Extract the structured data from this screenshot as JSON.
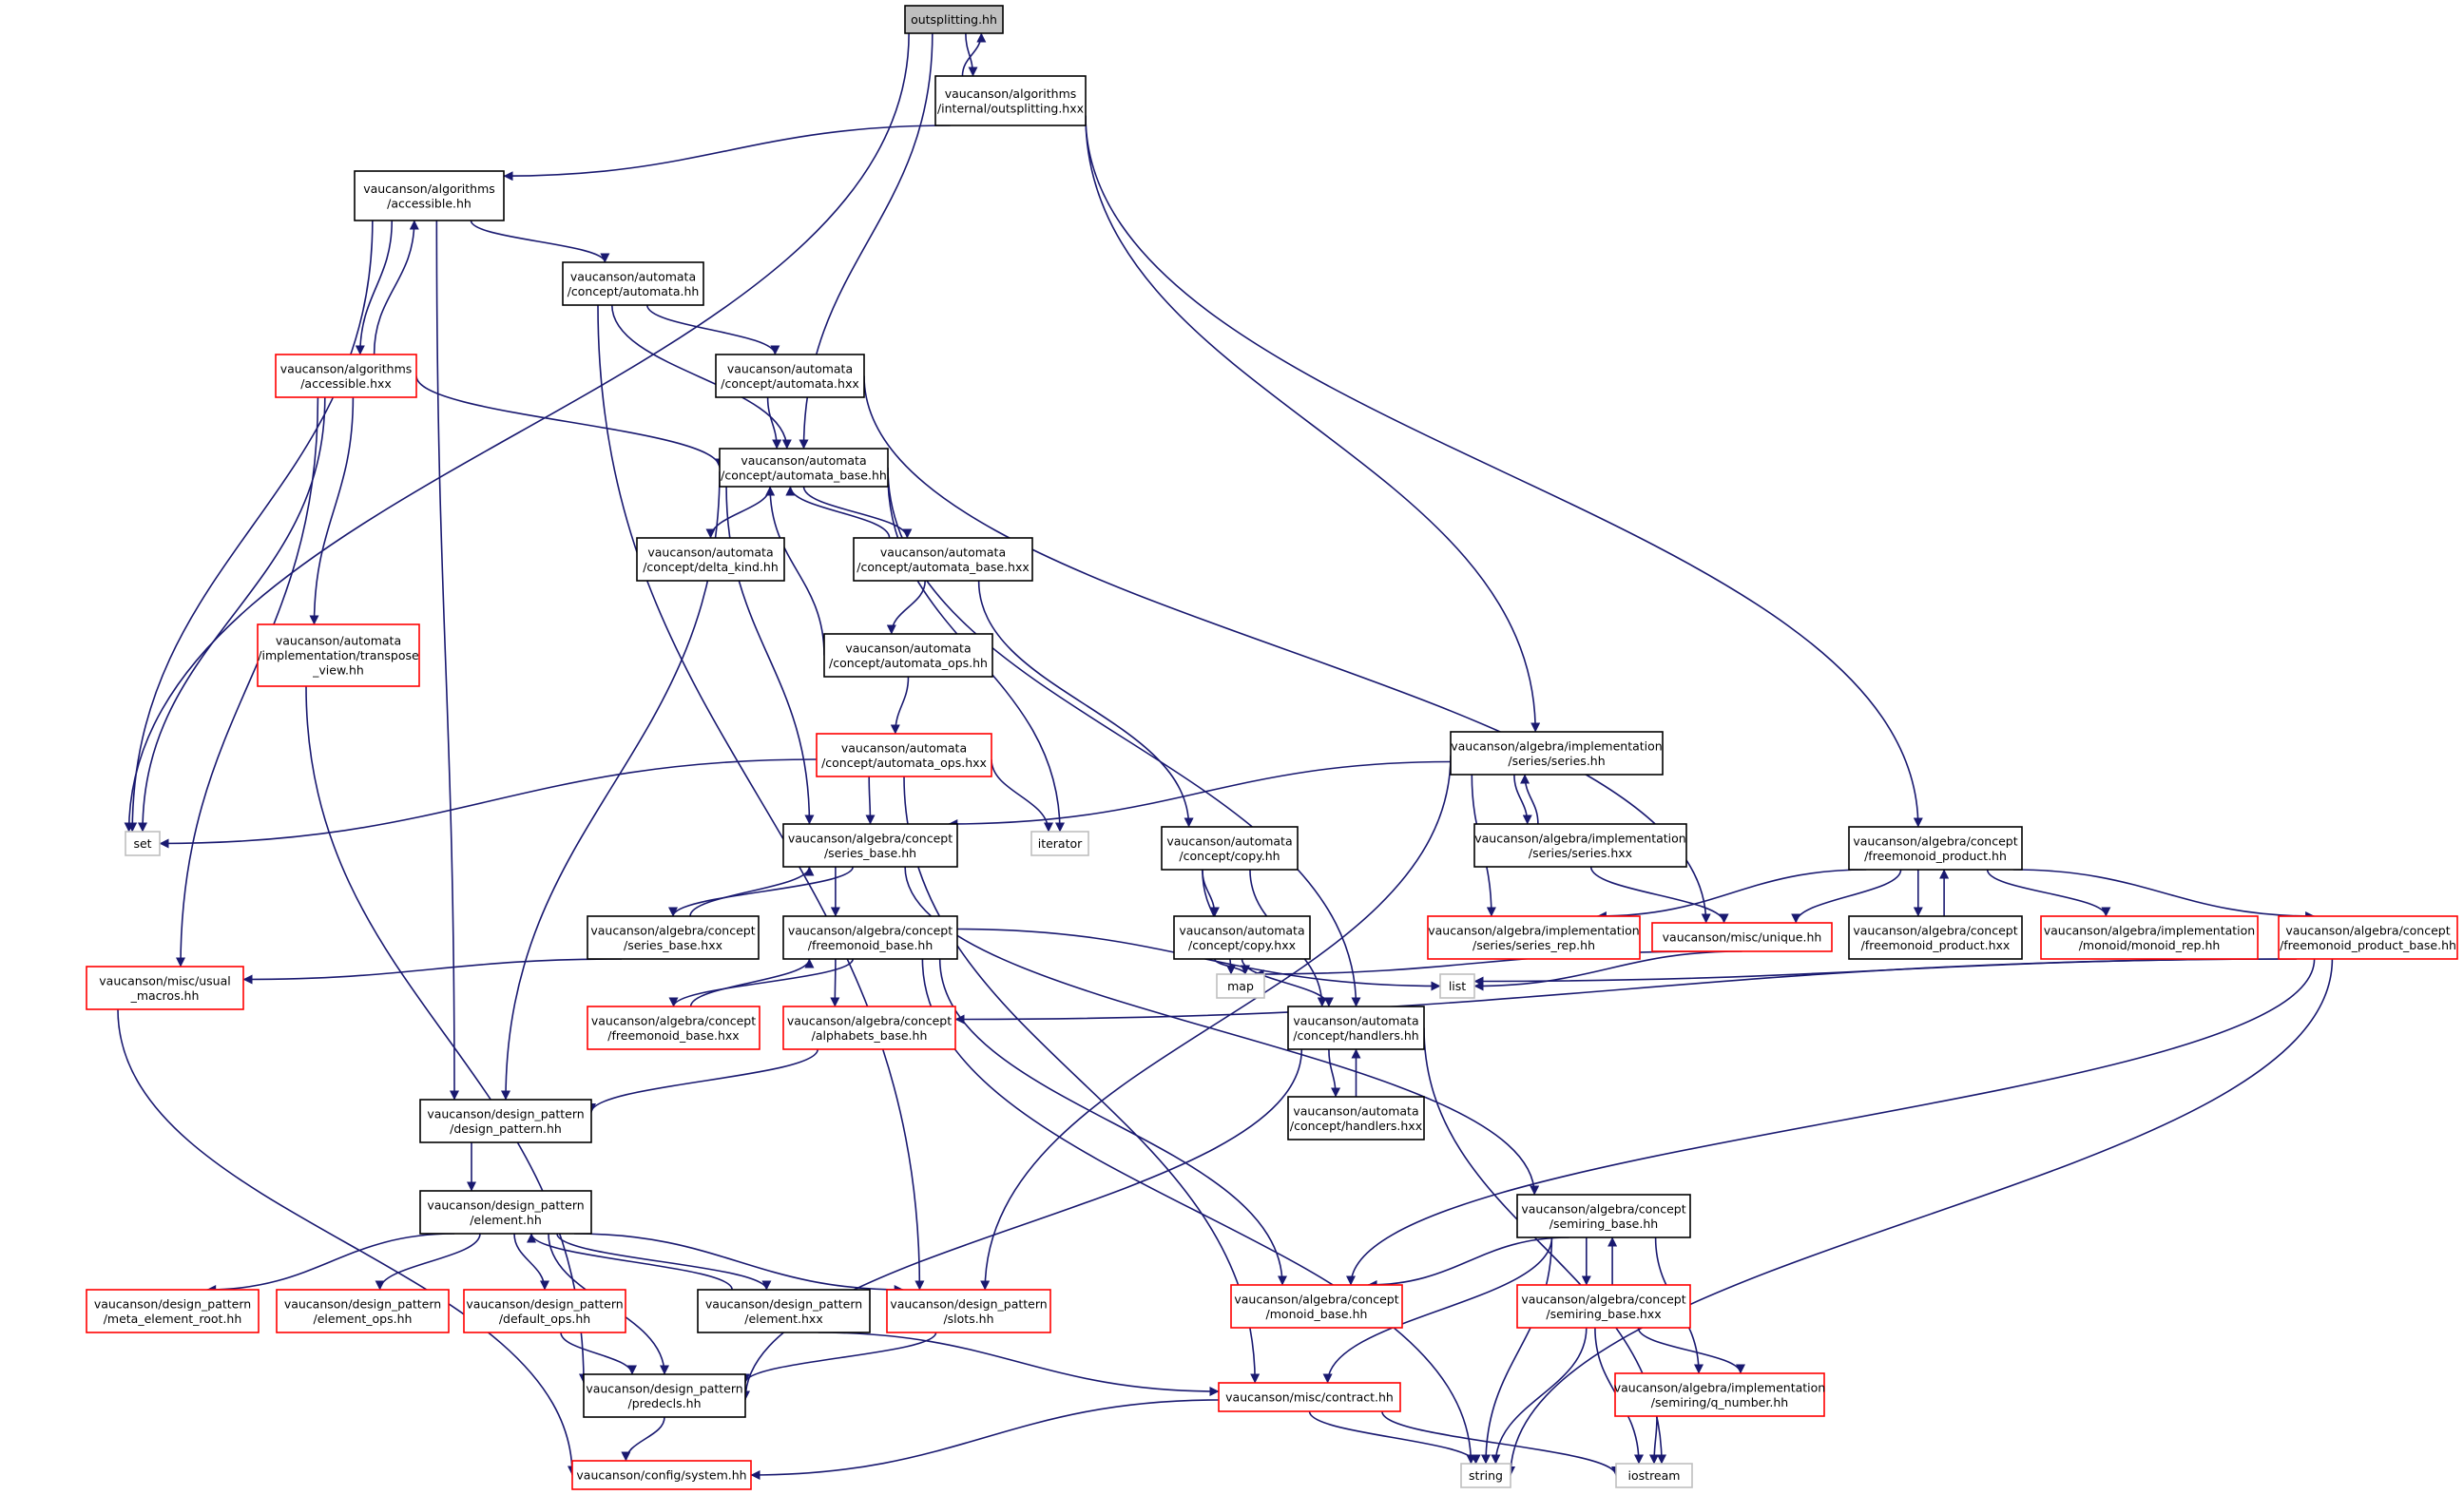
{
  "colors": {
    "edge": "#191970",
    "root_fill": "#bfbfbf",
    "black_border": "#000000",
    "red_border": "#ff0000",
    "gray_border": "#bfbfbf"
  },
  "nodes": {
    "n_root": [
      "outsplitting.hh"
    ],
    "n_outspl_hxx": [
      "vaucanson/algorithms",
      "/internal/outsplitting.hxx"
    ],
    "n_acc_hh": [
      "vaucanson/algorithms",
      "/accessible.hh"
    ],
    "n_acc_hxx": [
      "vaucanson/algorithms",
      "/accessible.hxx"
    ],
    "n_aut_hh": [
      "vaucanson/automata",
      "/concept/automata.hh"
    ],
    "n_aut_hxx": [
      "vaucanson/automata",
      "/concept/automata.hxx"
    ],
    "n_autbase_hh": [
      "vaucanson/automata",
      "/concept/automata_base.hh"
    ],
    "n_delta": [
      "vaucanson/automata",
      "/concept/delta_kind.hh"
    ],
    "n_autbase_hxx": [
      "vaucanson/automata",
      "/concept/automata_base.hxx"
    ],
    "n_autops_hh": [
      "vaucanson/automata",
      "/concept/automata_ops.hh"
    ],
    "n_autops_hxx": [
      "vaucanson/automata",
      "/concept/automata_ops.hxx"
    ],
    "n_transpose": [
      "vaucanson/automata",
      "/implementation/transpose",
      "_view.hh"
    ],
    "n_set": [
      "set"
    ],
    "n_iterator": [
      "iterator"
    ],
    "n_seriesbase_hh": [
      "vaucanson/algebra/concept",
      "/series_base.hh"
    ],
    "n_seriesbase_hxx": [
      "vaucanson/algebra/concept",
      "/series_base.hxx"
    ],
    "n_fmbase_hh": [
      "vaucanson/algebra/concept",
      "/freemonoid_base.hh"
    ],
    "n_fmbase_hxx": [
      "vaucanson/algebra/concept",
      "/freemonoid_base.hxx"
    ],
    "n_alphabets": [
      "vaucanson/algebra/concept",
      "/alphabets_base.hh"
    ],
    "n_usual": [
      "vaucanson/misc/usual",
      "_macros.hh"
    ],
    "n_dp_hh": [
      "vaucanson/design_pattern",
      "/design_pattern.hh"
    ],
    "n_elem_hh": [
      "vaucanson/design_pattern",
      "/element.hh"
    ],
    "n_meta": [
      "vaucanson/design_pattern",
      "/meta_element_root.hh"
    ],
    "n_elemops": [
      "vaucanson/design_pattern",
      "/element_ops.hh"
    ],
    "n_defops": [
      "vaucanson/design_pattern",
      "/default_ops.hh"
    ],
    "n_elem_hxx": [
      "vaucanson/design_pattern",
      "/element.hxx"
    ],
    "n_slots": [
      "vaucanson/design_pattern",
      "/slots.hh"
    ],
    "n_predecls": [
      "vaucanson/design_pattern",
      "/predecls.hh"
    ],
    "n_system": [
      "vaucanson/config/system.hh"
    ],
    "n_copy_hh": [
      "vaucanson/automata",
      "/concept/copy.hh"
    ],
    "n_copy_hxx": [
      "vaucanson/automata",
      "/concept/copy.hxx"
    ],
    "n_map": [
      "map"
    ],
    "n_handlers_hh": [
      "vaucanson/automata",
      "/concept/handlers.hh"
    ],
    "n_handlers_hxx": [
      "vaucanson/automata",
      "/concept/handlers.hxx"
    ],
    "n_series_hh": [
      "vaucanson/algebra/implementation",
      "/series/series.hh"
    ],
    "n_series_hxx": [
      "vaucanson/algebra/implementation",
      "/series/series.hxx"
    ],
    "n_series_rep": [
      "vaucanson/algebra/implementation",
      "/series/series_rep.hh"
    ],
    "n_unique": [
      "vaucanson/misc/unique.hh"
    ],
    "n_list": [
      "list"
    ],
    "n_fmprod_hh": [
      "vaucanson/algebra/concept",
      "/freemonoid_product.hh"
    ],
    "n_fmprod_hxx": [
      "vaucanson/algebra/concept",
      "/freemonoid_product.hxx"
    ],
    "n_monoid_rep": [
      "vaucanson/algebra/implementation",
      "/monoid/monoid_rep.hh"
    ],
    "n_fmprodbase": [
      "vaucanson/algebra/concept",
      "/freemonoid_product_base.hh"
    ],
    "n_semiring_hh": [
      "vaucanson/algebra/concept",
      "/semiring_base.hh"
    ],
    "n_monoid_base": [
      "vaucanson/algebra/concept",
      "/monoid_base.hh"
    ],
    "n_semiring_hxx": [
      "vaucanson/algebra/concept",
      "/semiring_base.hxx"
    ],
    "n_qnumber": [
      "vaucanson/algebra/implementation",
      "/semiring/q_number.hh"
    ],
    "n_contract": [
      "vaucanson/misc/contract.hh"
    ],
    "n_string": [
      "string"
    ],
    "n_iostream": [
      "iostream"
    ]
  }
}
